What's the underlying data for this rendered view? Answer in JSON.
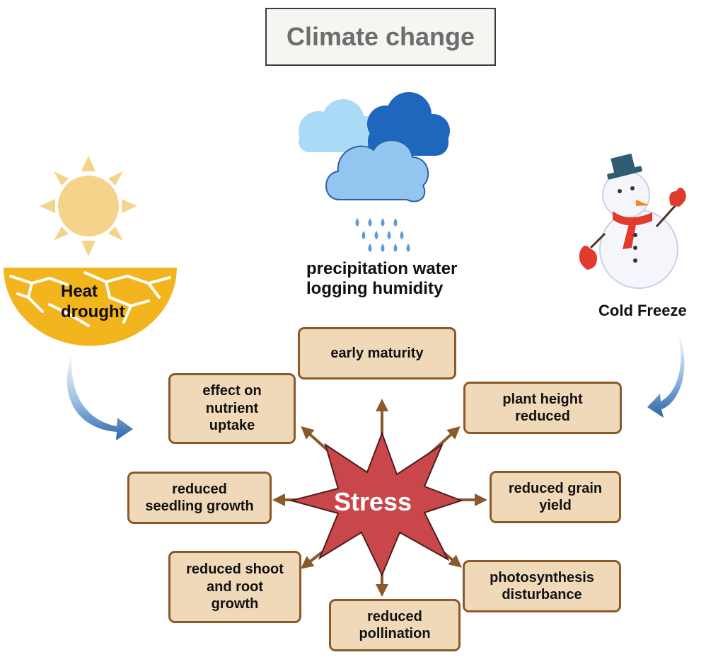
{
  "title": "Climate change",
  "factors": {
    "heat": "Heat\ndrought",
    "precipitation": "precipitation water\nlogging humidity",
    "cold": "Cold Freeze"
  },
  "center": "Stress",
  "effects": {
    "early_maturity": "early maturity",
    "nutrient_uptake": "effect on\nnutrient\nuptake",
    "plant_height": "plant height\nreduced",
    "seedling_growth": "reduced\nseedling growth",
    "grain_yield": "reduced grain\nyield",
    "shoot_root": "reduced shoot\nand root\ngrowth",
    "photosynthesis": "photosynthesis\ndisturbance",
    "pollination": "reduced\npollination"
  },
  "colors": {
    "box_fill": "#efd9b9",
    "box_border": "#8b5a2b",
    "arrow": "#8b5a2b",
    "star": "#c9474b",
    "curved_arrow": "#2f6db0"
  }
}
